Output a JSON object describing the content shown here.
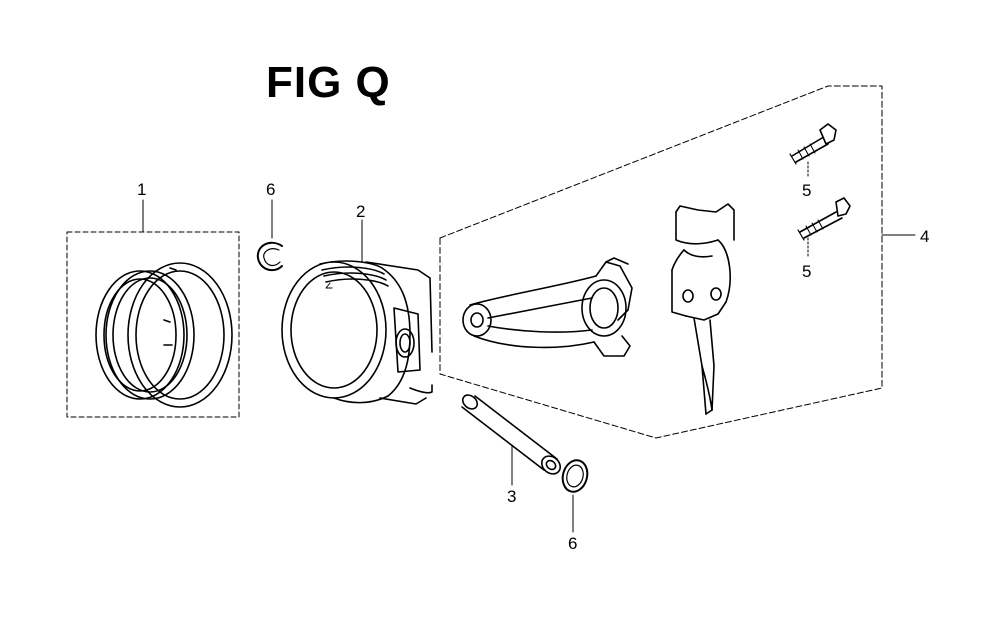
{
  "title": "FIG Q",
  "callouts": {
    "piston_rings": "1",
    "piston": "2",
    "piston_pin": "3",
    "connecting_rod_assembly": "4",
    "rod_bolt_upper": "5",
    "rod_bolt_lower": "5",
    "pin_clip_upper": "6",
    "pin_clip_lower": "6"
  },
  "colors": {
    "line": "#000000",
    "background": "#ffffff"
  }
}
